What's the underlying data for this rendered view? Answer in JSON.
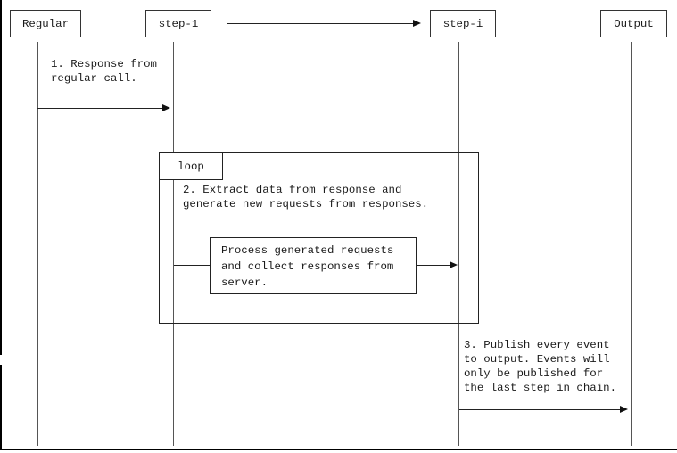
{
  "colors": {
    "background": "#ffffff",
    "box_border": "#333333",
    "line": "#222222",
    "lifeline": "#555555",
    "text": "#1a1a1a",
    "frame_edge": "#000000"
  },
  "actors": [
    {
      "label": "Regular"
    },
    {
      "label": "step-1"
    },
    {
      "label": "step-i"
    },
    {
      "label": "Output"
    }
  ],
  "fragment": {
    "label": "loop"
  },
  "messages": {
    "msg1": "1. Response from\nregular call.",
    "msg2": "2. Extract data from response and\ngenerate new requests from responses.",
    "process": "Process generated requests\nand collect responses from\nserver.",
    "msg3": "3. Publish every event\nto output. Events will\nonly be published for\nthe last step in chain."
  }
}
